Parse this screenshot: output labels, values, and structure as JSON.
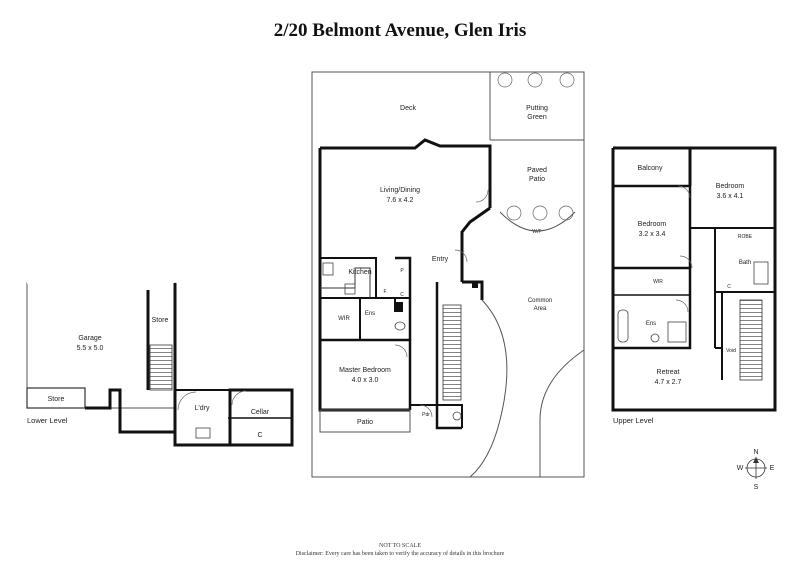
{
  "title": "2/20 Belmont Avenue, Glen Iris",
  "levels": {
    "lower": "Lower Level",
    "upper": "Upper Level"
  },
  "rooms": {
    "deck": "Deck",
    "putting_green": "Putting Green",
    "paved_patio": "Paved Patio",
    "wf": "W/F",
    "living_dining": "Living/Dining",
    "living_dining_size": "7.6 x 4.2",
    "entry": "Entry",
    "kitchen": "Kitchen",
    "p": "P",
    "f": "F",
    "c_main": "C",
    "wir_main": "WIR",
    "ens_main": "Ens",
    "master_bedroom": "Master Bedroom",
    "master_bedroom_size": "4.0 x 3.0",
    "patio": "Patio",
    "pdr": "Pdr",
    "common_area": "Common Area",
    "garage": "Garage",
    "garage_size": "5.5 x 5.0",
    "store_garage": "Store",
    "store_stair": "Store",
    "ldry": "L'dry",
    "cellar": "Cellar",
    "c_lower": "C",
    "balcony": "Balcony",
    "bedroom1": "Bedroom",
    "bedroom1_size": "3.6 x 4.1",
    "bedroom2": "Bedroom",
    "bedroom2_size": "3.2 x 3.4",
    "robe": "ROBE",
    "bath": "Bath",
    "wir_upper": "WIR",
    "ens_upper": "Ens",
    "c_upper": "C",
    "void": "Void",
    "retreat": "Retreat",
    "retreat_size": "4.7 x 2.7"
  },
  "compass": {
    "n": "N",
    "s": "S",
    "e": "E",
    "w": "W"
  },
  "footer": {
    "not_to_scale": "NOT TO SCALE",
    "disclaimer": "Disclaimer: Every care has been taken to verify the accuracy of details in this brochure"
  }
}
